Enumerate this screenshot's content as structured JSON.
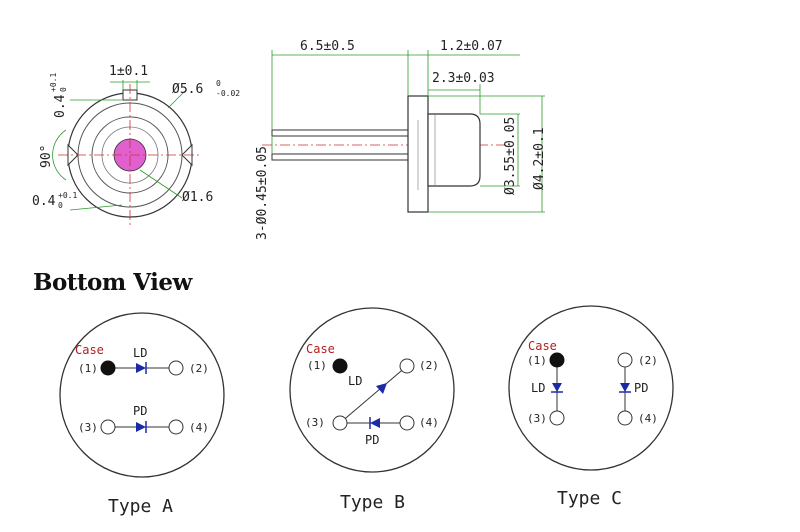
{
  "front_view": {
    "notch_width": "1±0.1",
    "outer_diameter_main": "Ø5.6",
    "outer_diameter_tol_upper": "0",
    "outer_diameter_tol_lower": "-0.02",
    "notch_depth_top_main": "0.4",
    "notch_depth_top_tol_upper": "+0.1",
    "notch_depth_top_tol_lower": "0",
    "angle": "90°",
    "notch_depth_bottom_main": "0.4",
    "notch_depth_bottom_tol_upper": "+0.1",
    "notch_depth_bottom_tol_lower": "0",
    "window_diameter": "Ø1.6",
    "window_color": "#e060d0"
  },
  "side_view": {
    "lead_length": "6.5±0.5",
    "flange_thickness": "1.2±0.07",
    "cap_length": "2.3±0.03",
    "cap_diameter": "Ø3.55±0.05",
    "body_diameter": "Ø4.2±0.1",
    "lead_diameter": "3-Ø0.45±0.05"
  },
  "section_title": "Bottom View",
  "types": [
    {
      "name": "Type A",
      "case_label": "Case",
      "ld_label": "LD",
      "pd_label": "PD",
      "pins": [
        "(1)",
        "(2)",
        "(3)",
        "(4)"
      ]
    },
    {
      "name": "Type B",
      "case_label": "Case",
      "ld_label": "LD",
      "pd_label": "PD",
      "pins": [
        "(1)",
        "(2)",
        "(3)",
        "(4)"
      ]
    },
    {
      "name": "Type C",
      "case_label": "Case",
      "ld_label": "LD",
      "pd_label": "PD",
      "pins": [
        "(1)",
        "(2)",
        "(3)",
        "(4)"
      ]
    }
  ],
  "colors": {
    "diode": "#1a2aa8",
    "case_text": "#b02020",
    "line": "#333333",
    "dim_line": "#2a9a2a",
    "center_line": "#d03030"
  }
}
